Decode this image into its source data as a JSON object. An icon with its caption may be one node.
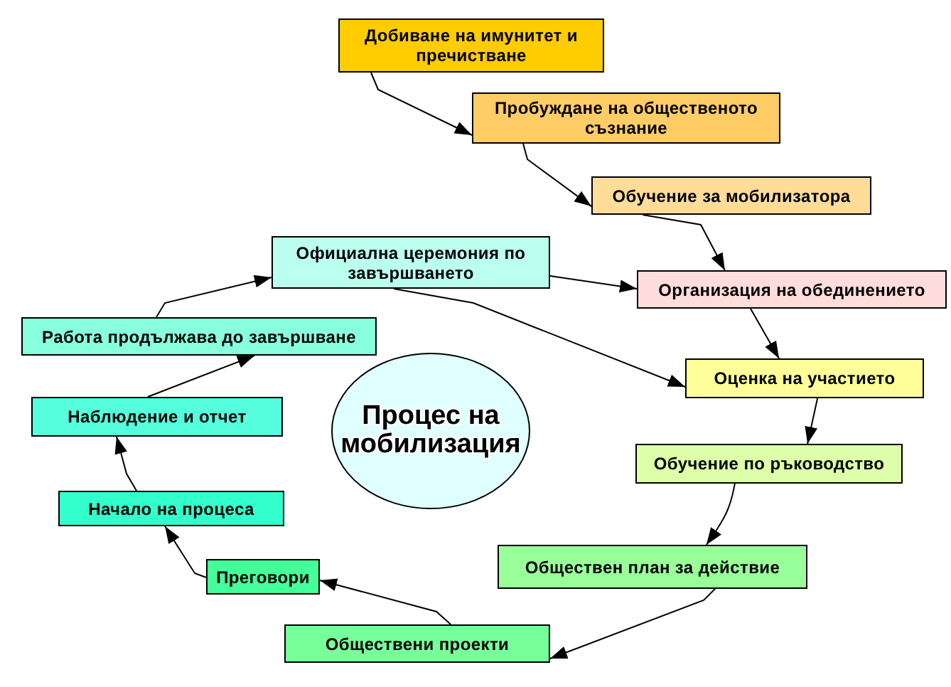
{
  "diagram": {
    "nodes": [
      {
        "text": [
          "Добиване на имунитет и пречистване"
        ]
      },
      {
        "text": [
          "Пробуждане на общественото съзнание"
        ]
      },
      {
        "text": [
          "Обучение за мобилизатора"
        ]
      },
      {
        "text": [
          "Организация на обединението"
        ]
      },
      {
        "text": [
          "Оценка на участието"
        ]
      },
      {
        "text": [
          "Обучение по ръководство"
        ]
      },
      {
        "text": [
          "Обществен план за действие"
        ]
      },
      {
        "text": [
          "Обществени проекти"
        ]
      },
      {
        "text": [
          "Преговори"
        ]
      },
      {
        "text": [
          "Начало на процеса"
        ]
      },
      {
        "text": [
          "Наблюдение и отчет"
        ]
      },
      {
        "text": [
          "Работа продължава до завършване"
        ]
      },
      {
        "text": [
          "Официална церемония по завършването"
        ]
      },
      {
        "text": [
          "Процес на мобилизация"
        ]
      }
    ],
    "edges": [
      {
        "from": 0,
        "to": 1,
        "arrow": "to"
      },
      {
        "from": 1,
        "to": 2,
        "arrow": "to"
      },
      {
        "from": 2,
        "to": 3,
        "arrow": "to"
      },
      {
        "from": 12,
        "to": 3,
        "arrow": "to"
      },
      {
        "from": 12,
        "to": 4,
        "arrow": "to"
      },
      {
        "from": 3,
        "to": 4,
        "arrow": "to"
      },
      {
        "from": 4,
        "to": 5,
        "arrow": "to"
      },
      {
        "from": 5,
        "to": 6,
        "arrow": "to"
      },
      {
        "from": 6,
        "to": 7,
        "arrow": "to"
      },
      {
        "from": 7,
        "to": 8,
        "arrow": "to"
      },
      {
        "from": 8,
        "to": 9,
        "arrow": "to"
      },
      {
        "from": 9,
        "to": 10,
        "arrow": "to"
      },
      {
        "from": 10,
        "to": 11,
        "arrow": "to"
      },
      {
        "from": 11,
        "to": 12,
        "arrow": "to"
      }
    ]
  }
}
